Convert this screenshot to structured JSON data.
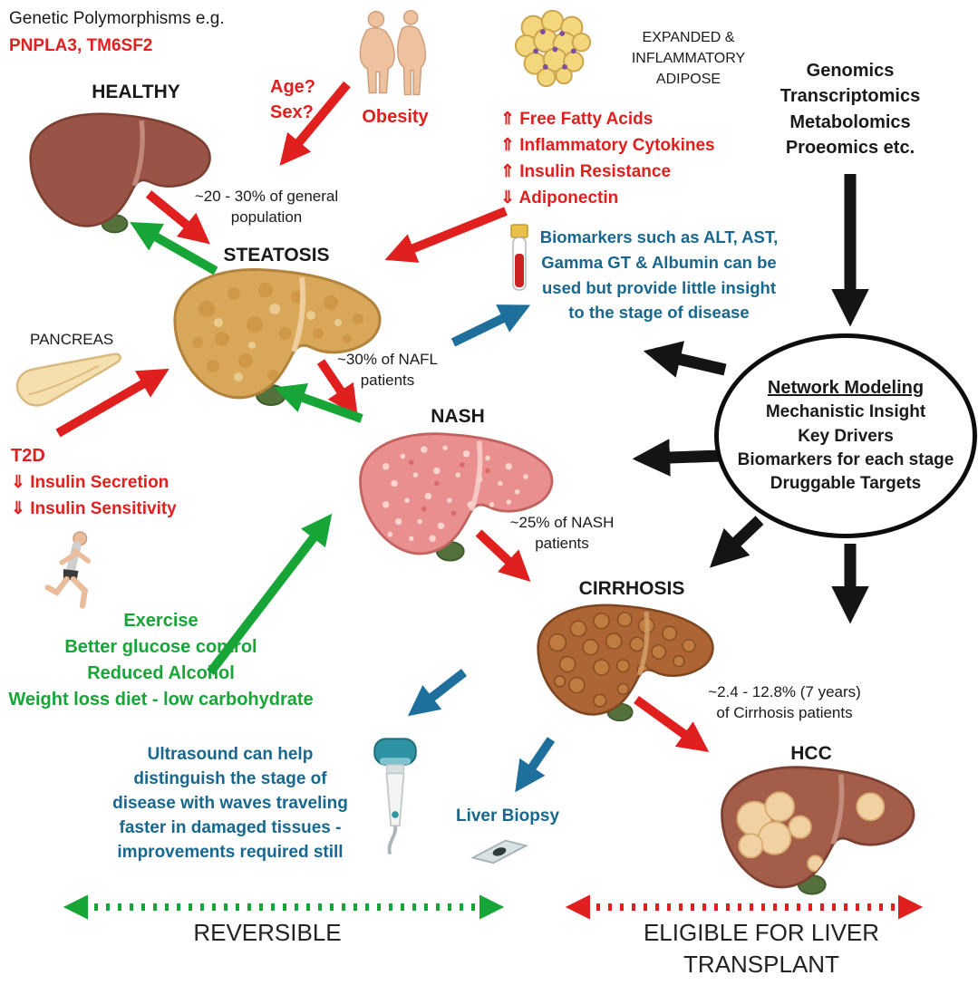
{
  "colors": {
    "red": "#e01f1f",
    "green": "#18a537",
    "blue": "#17678f",
    "black": "#141414"
  },
  "genetics": {
    "title": "Genetic Polymorphisms e.g.",
    "genes": "PNPLA3, TM6SF2"
  },
  "stages": {
    "healthy": "HEALTHY",
    "steatosis": "STEATOSIS",
    "nash": "NASH",
    "cirrhosis": "CIRRHOSIS",
    "hcc": "HCC"
  },
  "risk": {
    "age_sex": "Age?\nSex?",
    "obesity": "Obesity",
    "adipose_title": "EXPANDED &\nINFLAMMATORY\nADIPOSE",
    "adipose_effects": [
      "⇑ Free Fatty Acids",
      "⇑ Inflammatory Cytokines",
      "⇑ Insulin Resistance",
      "⇓ Adiponectin"
    ],
    "pancreas": "PANCREAS",
    "t2d_title": "T2D",
    "t2d_effects": [
      "⇓ Insulin Secretion",
      "⇓ Insulin Sensitivity"
    ]
  },
  "omics": "Genomics\nTranscriptomics\nMetabolomics\nProeomics etc.",
  "network": {
    "title": "Network Modeling",
    "items": [
      "Mechanistic Insight",
      "Key Drivers",
      "Biomarkers for each stage",
      "Druggable Targets"
    ]
  },
  "stats": {
    "general_population": "~20 - 30%  of general\npopulation",
    "nafl": "~30% of NAFL\npatients",
    "nash": "~25% of NASH\npatients",
    "cirrhosis": "~2.4 - 12.8%  (7 years)\nof Cirrhosis patients"
  },
  "diagnostics": {
    "biomarkers": "Biomarkers such as ALT, AST,\nGamma GT & Albumin can be\nused but provide little insight\nto the stage of disease",
    "ultrasound": "Ultrasound can help\ndistinguish the stage of\ndisease with waves traveling\nfaster in damaged tissues -\nimprovements required still",
    "liver_biopsy": "Liver Biopsy"
  },
  "lifestyle": [
    "Exercise",
    "Better glucose control",
    "Reduced Alcohol",
    "Weight loss diet - low carbohydrate"
  ],
  "footer": {
    "reversible": "REVERSIBLE",
    "transplant": "ELIGIBLE FOR LIVER\nTRANSPLANT"
  }
}
